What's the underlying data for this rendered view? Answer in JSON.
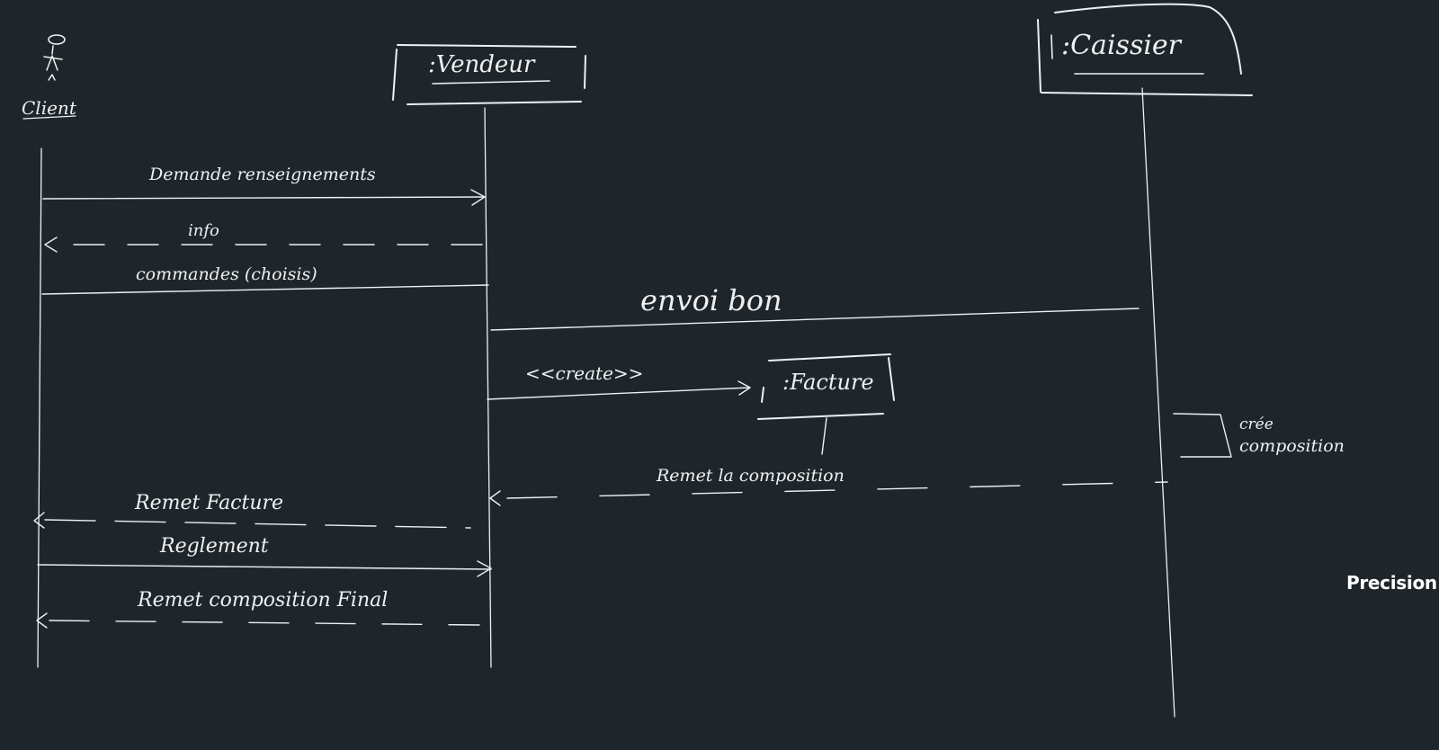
{
  "colors": {
    "background": "#1f262b",
    "ink": "#eef0f1"
  },
  "participants": {
    "actor": "Client",
    "vendeur": ":Vendeur",
    "caissier": ":Caissier",
    "facture": ":Facture"
  },
  "messages": {
    "m1": "Demande renseignements",
    "m2": "info",
    "m3": "commandes (choisis)",
    "m4": "envoi bon",
    "m5": "<<create>>",
    "m6": "Remet la composition",
    "m7": "Remet Facture",
    "m8": "Reglement",
    "m9": "Remet composition Final"
  },
  "notes": {
    "self_call_line1": "crée",
    "self_call_line2": "composition"
  },
  "toolbar": {
    "precision_label": "Precision"
  }
}
